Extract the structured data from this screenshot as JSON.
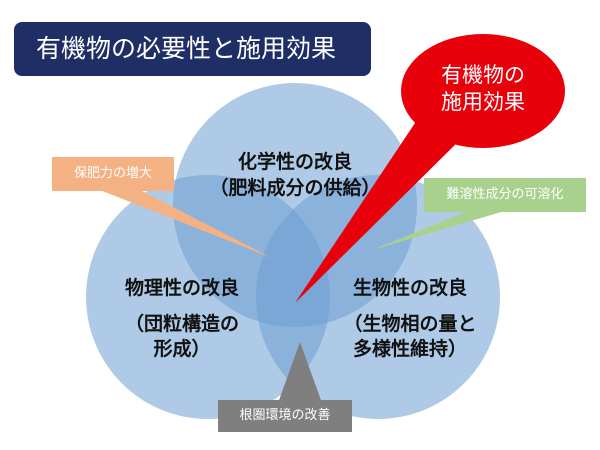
{
  "title": "有機物の必要性と施用効果",
  "circles": {
    "chemical": {
      "line1": "化学性の改良",
      "line2": "（肥料成分の供給）"
    },
    "physical": {
      "line1": "物理性の改良",
      "line2": "（団粒構造の",
      "line3": "形成）"
    },
    "biological": {
      "line1": "生物性の改良",
      "line2": "（生物相の量と",
      "line3": "多様性維持）"
    }
  },
  "callouts": {
    "fertility": "保肥力の増大",
    "solubilization": "難溶性成分の可溶化",
    "rhizosphere": "根圏環境の改善"
  },
  "red_callout": {
    "line1": "有機物の",
    "line2": "施用効果"
  },
  "colors": {
    "title_bg": "#1f2f66",
    "circle_fill": "#6d9ed2",
    "callout_orange": "#f4b183",
    "callout_green": "#a9d18e",
    "callout_gray": "#7f7f7f",
    "red_callout": "#e8000b"
  }
}
